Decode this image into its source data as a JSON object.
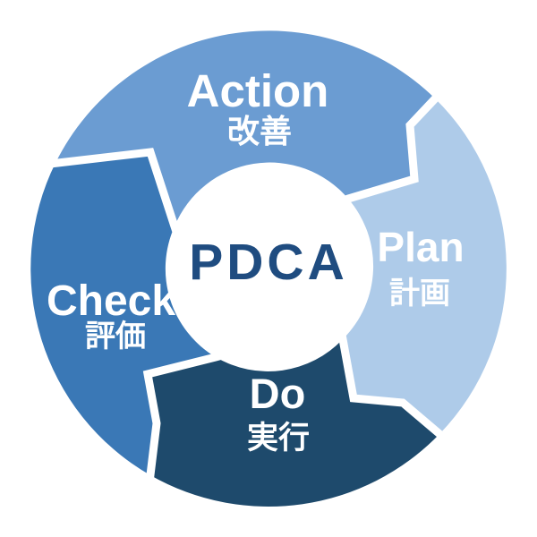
{
  "diagram": {
    "type": "cycle-diagram",
    "center_label": "PDCA",
    "center_label_color": "#1F4C80",
    "center_circle_color": "#FFFFFF",
    "divider_color": "#FFFFFF",
    "background_color": "#FFFFFF",
    "cycle_order": [
      "Plan",
      "Do",
      "Check",
      "Action"
    ],
    "segments": [
      {
        "id": "action",
        "label": "Action",
        "label_ja": "改善",
        "color": "#6B9CD2",
        "position": "top"
      },
      {
        "id": "plan",
        "label": "Plan",
        "label_ja": "計画",
        "color": "#AECBE9",
        "position": "right"
      },
      {
        "id": "do",
        "label": "Do",
        "label_ja": "実行",
        "color": "#1E4A6C",
        "position": "bottom"
      },
      {
        "id": "check",
        "label": "Check",
        "label_ja": "評価",
        "color": "#3A78B6",
        "position": "left"
      }
    ]
  }
}
